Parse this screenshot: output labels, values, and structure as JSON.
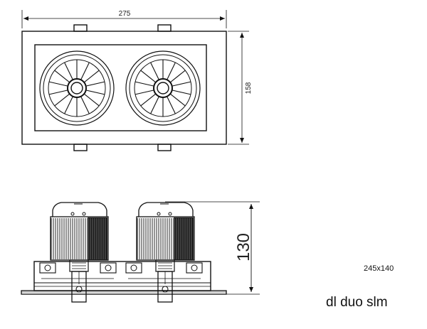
{
  "dimensions": {
    "top_width": "275",
    "top_height": "158",
    "side_height": "130"
  },
  "notes": {
    "size": "245x140",
    "product_name": "dl duo slm"
  },
  "colors": {
    "line": "#111111",
    "background": "#ffffff"
  }
}
